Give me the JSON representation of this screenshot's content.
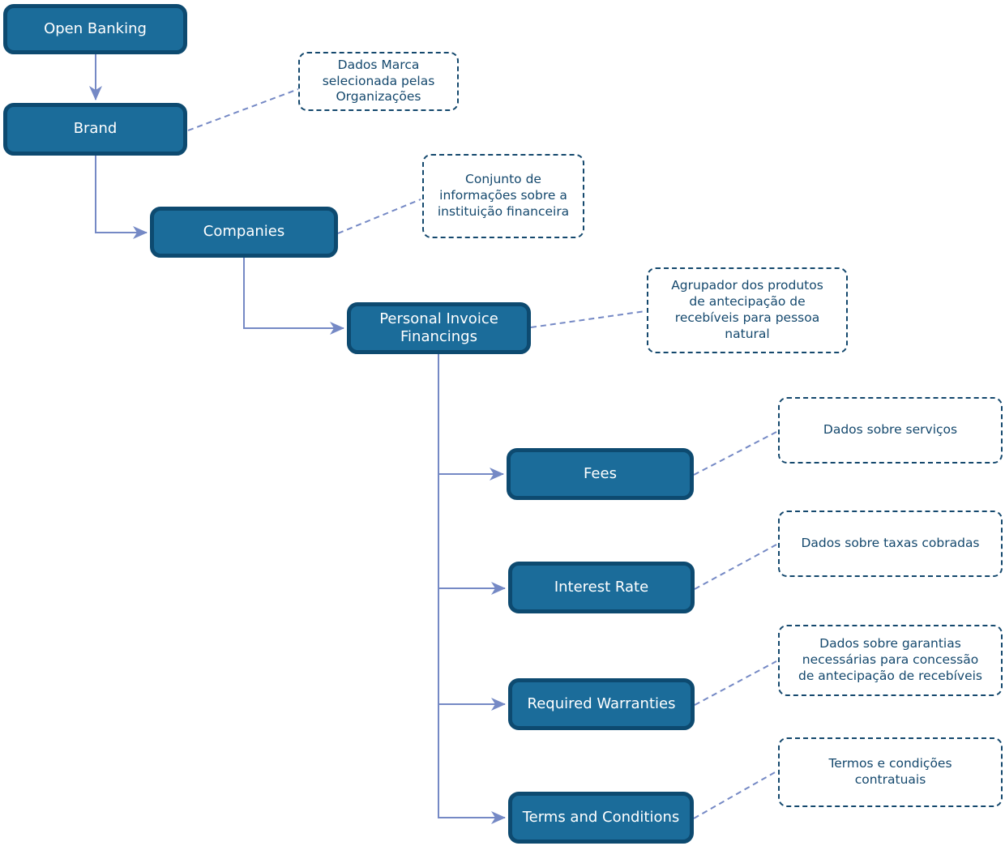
{
  "diagram": {
    "nodes": [
      {
        "id": "open-banking",
        "label": "Open Banking"
      },
      {
        "id": "brand",
        "label": "Brand"
      },
      {
        "id": "companies",
        "label": "Companies"
      },
      {
        "id": "personal-invoice-financings",
        "label": "Personal Invoice Financings"
      },
      {
        "id": "fees",
        "label": "Fees"
      },
      {
        "id": "interest-rate",
        "label": "Interest Rate"
      },
      {
        "id": "required-warranties",
        "label": "Required Warranties"
      },
      {
        "id": "terms-and-conditions",
        "label": "Terms and Conditions"
      }
    ],
    "annotations": [
      {
        "target": "brand",
        "text": "Dados Marca selecionada pelas Organizações"
      },
      {
        "target": "companies",
        "text": "Conjunto de informações sobre a instituição financeira"
      },
      {
        "target": "personal-invoice-financings",
        "text": "Agrupador dos produtos de antecipação de recebíveis para pessoa natural"
      },
      {
        "target": "fees",
        "text": "Dados sobre serviços"
      },
      {
        "target": "interest-rate",
        "text": "Dados sobre taxas cobradas"
      },
      {
        "target": "required-warranties",
        "text": "Dados sobre garantias necessárias para concessão de antecipação de recebíveis"
      },
      {
        "target": "terms-and-conditions",
        "text": "Termos e condições contratuais"
      }
    ],
    "edges": [
      {
        "from": "open-banking",
        "to": "brand",
        "style": "solid-arrow"
      },
      {
        "from": "brand",
        "to": "companies",
        "style": "solid-arrow"
      },
      {
        "from": "companies",
        "to": "personal-invoice-financings",
        "style": "solid-arrow"
      },
      {
        "from": "personal-invoice-financings",
        "to": "fees",
        "style": "solid-arrow"
      },
      {
        "from": "personal-invoice-financings",
        "to": "interest-rate",
        "style": "solid-arrow"
      },
      {
        "from": "personal-invoice-financings",
        "to": "required-warranties",
        "style": "solid-arrow"
      },
      {
        "from": "personal-invoice-financings",
        "to": "terms-and-conditions",
        "style": "solid-arrow"
      },
      {
        "from": "brand",
        "to": "annotation",
        "style": "dashed"
      },
      {
        "from": "companies",
        "to": "annotation",
        "style": "dashed"
      },
      {
        "from": "personal-invoice-financings",
        "to": "annotation",
        "style": "dashed"
      },
      {
        "from": "fees",
        "to": "annotation",
        "style": "dashed"
      },
      {
        "from": "interest-rate",
        "to": "annotation",
        "style": "dashed"
      },
      {
        "from": "required-warranties",
        "to": "annotation",
        "style": "dashed"
      },
      {
        "from": "terms-and-conditions",
        "to": "annotation",
        "style": "dashed"
      }
    ],
    "colors": {
      "node_fill": "#1b6c9a",
      "node_border": "#0d4a70",
      "node_text": "#ffffff",
      "annotation": "#14486d",
      "connector": "#7589c5",
      "background": "#ffffff"
    }
  }
}
